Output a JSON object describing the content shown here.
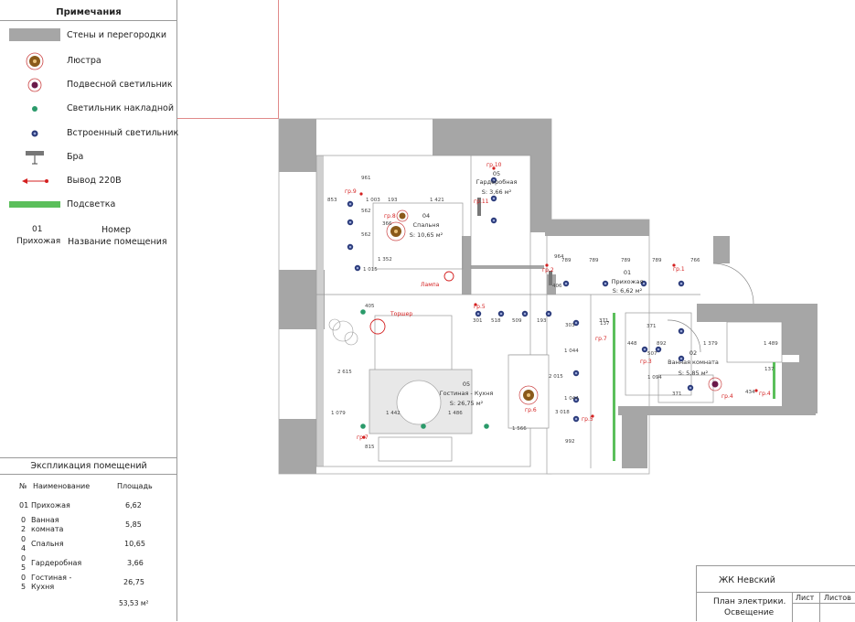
{
  "legend": {
    "title": "Примечания",
    "items": [
      {
        "label": "Стены и перегородки",
        "icon": "wall-swatch-icon"
      },
      {
        "label": "Люстра",
        "icon": "chandelier-icon"
      },
      {
        "label": "Подвесной светильник",
        "icon": "pendant-lamp-icon"
      },
      {
        "label": "Светильник накладной",
        "icon": "surface-light-icon"
      },
      {
        "label": "Встроенный светильник",
        "icon": "recessed-light-icon"
      },
      {
        "label": "Бра",
        "icon": "sconce-icon"
      },
      {
        "label": "Вывод 220В",
        "icon": "outlet-220v-icon"
      },
      {
        "label": "Подсветка",
        "icon": "backlight-strip-icon"
      }
    ],
    "room_key": {
      "number": "01",
      "name_example": "Прихожая",
      "number_label": "Номер",
      "name_label": "Название помещения"
    }
  },
  "explication": {
    "title": "Экспликация помещений",
    "col_no": "№",
    "col_name": "Наименование",
    "col_area": "Площадь",
    "rows": [
      {
        "no": "01",
        "name": "Прихожая",
        "area": "6,62"
      },
      {
        "no": "0\n2",
        "name": "Ванная\nкомната",
        "area": "5,85"
      },
      {
        "no": "0\n4",
        "name": "Спальня",
        "area": "10,65"
      },
      {
        "no": "0\n5",
        "name": "Гардеробная",
        "area": "3,66"
      },
      {
        "no": "0\n5",
        "name": "Гостиная -\nКухня",
        "area": "26,75"
      }
    ],
    "total": "53,53 м²"
  },
  "titleblock": {
    "project": "ЖК Невский",
    "sheet_title_1": "План электрики.",
    "sheet_title_2": "Освещение",
    "list_label": "Лист",
    "lists_label": "Листов"
  },
  "rooms": [
    {
      "number": "04",
      "name": "Спальня",
      "area": "S: 10,65 м²"
    },
    {
      "number": "05",
      "name": "Гардеробная",
      "area": "S: 3,66 м²"
    },
    {
      "number": "01",
      "name": "Прихожая",
      "area": "S: 6,62 м²"
    },
    {
      "number": "02",
      "name": "Ванная комната",
      "area": "S: 5,85 м²"
    },
    {
      "number": "05",
      "name": "Гостиная - Кухня",
      "area": "S: 26,75 м²"
    }
  ],
  "groups": [
    "гр.1",
    "гр.2",
    "гр.3",
    "гр.4",
    "гр.5",
    "гр.6",
    "гр.7",
    "гр.8",
    "гр.9",
    "гр.10",
    "гр.11",
    "гр.7",
    "гр.4",
    "гр.5",
    "гр.7"
  ],
  "callouts": {
    "lamp": "Лампа",
    "torcher": "Торшер"
  },
  "dimensions": {
    "bedroom": [
      "853",
      "1 003",
      "193",
      "1 421",
      "961",
      "562",
      "366",
      "562",
      "1 015",
      "1 352"
    ],
    "hall": [
      "789",
      "789",
      "789",
      "789",
      "766",
      "964",
      "406"
    ],
    "living": [
      "301",
      "518",
      "509",
      "193",
      "303",
      "1 044",
      "2 015",
      "1 044",
      "3 018",
      "992",
      "1 566",
      "1 079",
      "1 442",
      "1 486",
      "405",
      "2 615",
      "815"
    ],
    "bath": [
      "371",
      "371",
      "448",
      "892",
      "507",
      "1 094",
      "1 379",
      "1 489",
      "371",
      "434",
      "137",
      "137"
    ]
  },
  "colors": {
    "wall": "#a6a6a6",
    "strip": "#5bbf5b",
    "accent": "#d42020",
    "recessed": "#2a3a7a",
    "surface": "#2a9a6a",
    "chandelier": "#8a5a1a"
  }
}
